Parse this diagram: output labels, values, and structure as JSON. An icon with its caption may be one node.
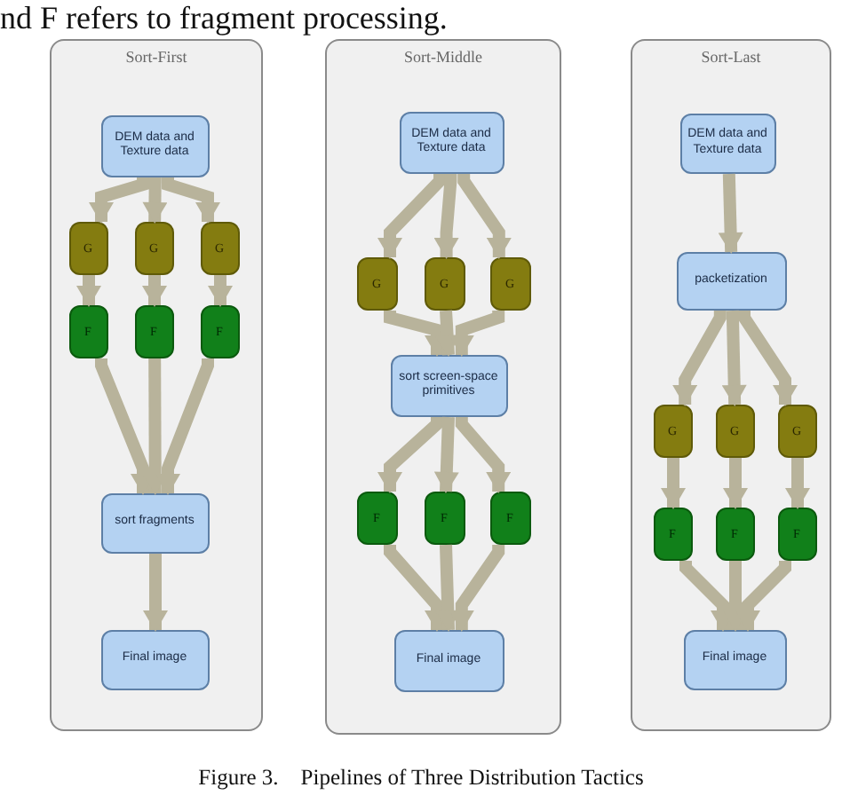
{
  "diagram": {
    "caption": "Figure 3.    Pipelines of Three Distribution Tactics",
    "nodes": [
      {
        "text": [
          "Sort-First"
        ]
      },
      {
        "text": [
          "DEM data and Texture data"
        ],
        "in": 0
      },
      {
        "text": [
          "G"
        ],
        "in": 0
      },
      {
        "text": [
          "G"
        ],
        "in": 0
      },
      {
        "text": [
          "G"
        ],
        "in": 0
      },
      {
        "text": [
          "F"
        ],
        "in": 0
      },
      {
        "text": [
          "F"
        ],
        "in": 0
      },
      {
        "text": [
          "F"
        ],
        "in": 0
      },
      {
        "text": [
          "sort fragments"
        ],
        "in": 0
      },
      {
        "text": [
          "Final image"
        ],
        "in": 0
      },
      {
        "text": [
          "Sort-Middle"
        ]
      },
      {
        "text": [
          "DEM data and Texture data"
        ],
        "in": 10
      },
      {
        "text": [
          "G"
        ],
        "in": 10
      },
      {
        "text": [
          "G"
        ],
        "in": 10
      },
      {
        "text": [
          "G"
        ],
        "in": 10
      },
      {
        "text": [
          "sort screen-space primitives"
        ],
        "in": 10
      },
      {
        "text": [
          "F"
        ],
        "in": 10
      },
      {
        "text": [
          "F"
        ],
        "in": 10
      },
      {
        "text": [
          "F"
        ],
        "in": 10
      },
      {
        "text": [
          "Final image"
        ],
        "in": 10
      },
      {
        "text": [
          "Sort-Last"
        ]
      },
      {
        "text": [
          "DEM data and Texture data"
        ],
        "in": 20
      },
      {
        "text": [
          "packetization"
        ],
        "in": 20
      },
      {
        "text": [
          "G"
        ],
        "in": 20
      },
      {
        "text": [
          "G"
        ],
        "in": 20
      },
      {
        "text": [
          "G"
        ],
        "in": 20
      },
      {
        "text": [
          "F"
        ],
        "in": 20
      },
      {
        "text": [
          "F"
        ],
        "in": 20
      },
      {
        "text": [
          "F"
        ],
        "in": 20
      },
      {
        "text": [
          "Final image"
        ],
        "in": 20
      }
    ],
    "edges": [
      {
        "from": 1,
        "to": 2,
        "arrow": "to"
      },
      {
        "from": 1,
        "to": 3,
        "arrow": "to"
      },
      {
        "from": 1,
        "to": 4,
        "arrow": "to"
      },
      {
        "from": 2,
        "to": 5,
        "arrow": "to"
      },
      {
        "from": 3,
        "to": 6,
        "arrow": "to"
      },
      {
        "from": 4,
        "to": 7,
        "arrow": "to"
      },
      {
        "from": 5,
        "to": 8,
        "arrow": "to"
      },
      {
        "from": 6,
        "to": 8,
        "arrow": "to"
      },
      {
        "from": 7,
        "to": 8,
        "arrow": "to"
      },
      {
        "from": 8,
        "to": 9,
        "arrow": "to"
      },
      {
        "from": 11,
        "to": 12,
        "arrow": "to"
      },
      {
        "from": 11,
        "to": 13,
        "arrow": "to"
      },
      {
        "from": 11,
        "to": 14,
        "arrow": "to"
      },
      {
        "from": 12,
        "to": 15,
        "arrow": "to"
      },
      {
        "from": 13,
        "to": 15,
        "arrow": "to"
      },
      {
        "from": 14,
        "to": 15,
        "arrow": "to"
      },
      {
        "from": 15,
        "to": 16,
        "arrow": "to"
      },
      {
        "from": 15,
        "to": 17,
        "arrow": "to"
      },
      {
        "from": 15,
        "to": 18,
        "arrow": "to"
      },
      {
        "from": 16,
        "to": 19,
        "arrow": "to"
      },
      {
        "from": 17,
        "to": 19,
        "arrow": "to"
      },
      {
        "from": 18,
        "to": 19,
        "arrow": "to"
      },
      {
        "from": 21,
        "to": 22,
        "arrow": "to"
      },
      {
        "from": 22,
        "to": 23,
        "arrow": "to"
      },
      {
        "from": 22,
        "to": 24,
        "arrow": "to"
      },
      {
        "from": 22,
        "to": 25,
        "arrow": "to"
      },
      {
        "from": 23,
        "to": 26,
        "arrow": "to"
      },
      {
        "from": 24,
        "to": 27,
        "arrow": "to"
      },
      {
        "from": 25,
        "to": 28,
        "arrow": "to"
      },
      {
        "from": 26,
        "to": 29,
        "arrow": "to"
      },
      {
        "from": 27,
        "to": 29,
        "arrow": "to"
      },
      {
        "from": 28,
        "to": 29,
        "arrow": "to"
      }
    ],
    "labels": [
      "nd F refers to fragment processing."
    ]
  }
}
